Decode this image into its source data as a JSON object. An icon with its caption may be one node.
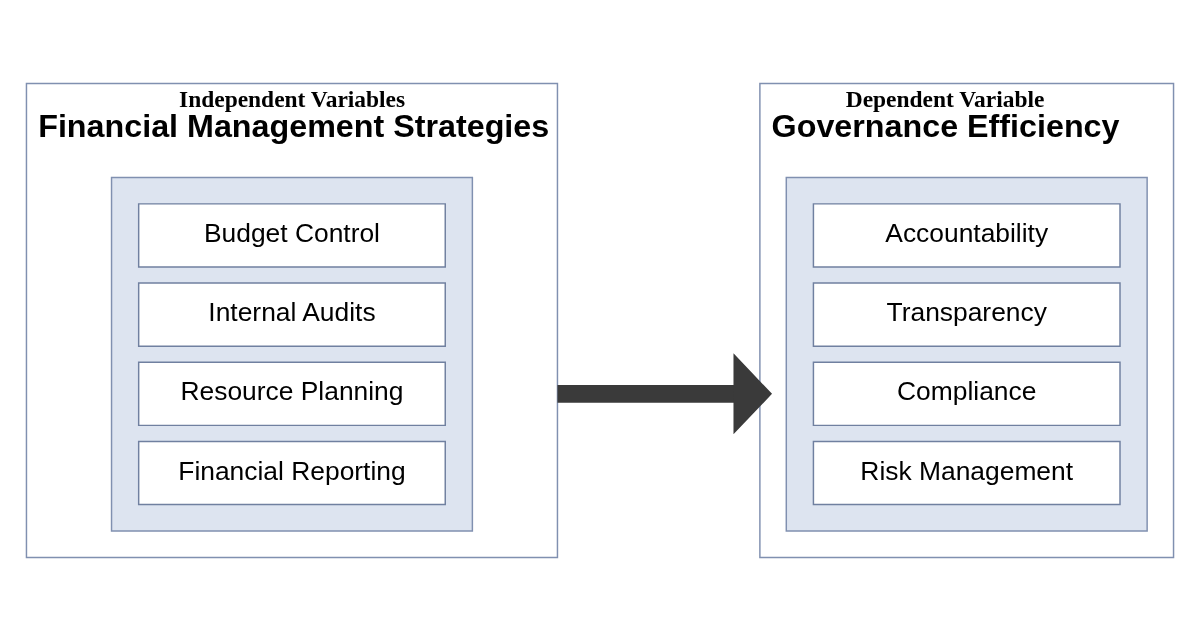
{
  "diagram": {
    "nodes": [
      {
        "text": [
          "Independent Variables",
          "Financial Management Strategies"
        ]
      },
      {
        "text": [],
        "shape": "box",
        "in": 0
      },
      {
        "text": [
          "Budget Control"
        ],
        "in": 1
      },
      {
        "text": [
          "Internal Audits"
        ],
        "in": 1
      },
      {
        "text": [
          "Resource Planning"
        ],
        "in": 1
      },
      {
        "text": [
          "Financial Reporting"
        ],
        "in": 1
      },
      {
        "text": [
          "Dependent Variable",
          "Governance Efficiency"
        ]
      },
      {
        "text": [],
        "shape": "box",
        "in": 6
      },
      {
        "text": [
          "Accountability"
        ],
        "in": 7
      },
      {
        "text": [
          "Transparency"
        ],
        "in": 7
      },
      {
        "text": [
          "Compliance"
        ],
        "in": 7
      },
      {
        "text": [
          "Risk Management"
        ],
        "in": 7
      }
    ],
    "edges": [
      {
        "from": 0,
        "to": 6,
        "arrow": "to"
      }
    ]
  }
}
